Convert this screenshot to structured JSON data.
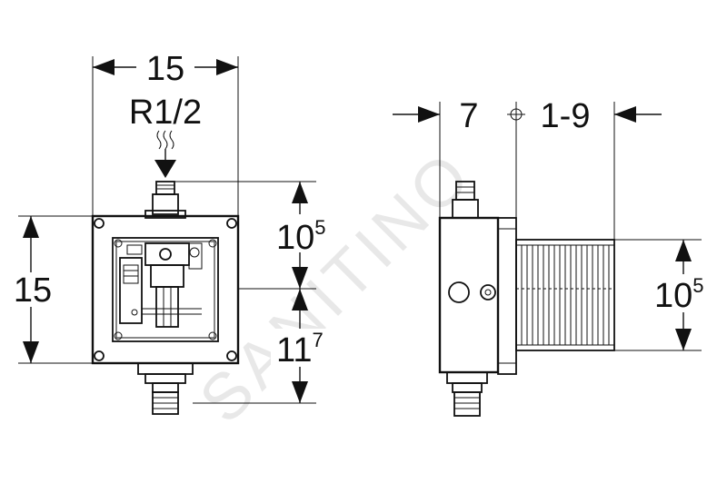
{
  "front_view": {
    "width_label": "15",
    "thread_label": "R1/2",
    "height_label": "15",
    "upper_label_base": "10",
    "upper_label_sup": "5",
    "lower_label_base": "11",
    "lower_label_sup": "7"
  },
  "side_view": {
    "depth_label_left": "7",
    "depth_label_right": "1-9",
    "height_label_base": "10",
    "height_label_sup": "5"
  },
  "watermark": "SANITINO"
}
